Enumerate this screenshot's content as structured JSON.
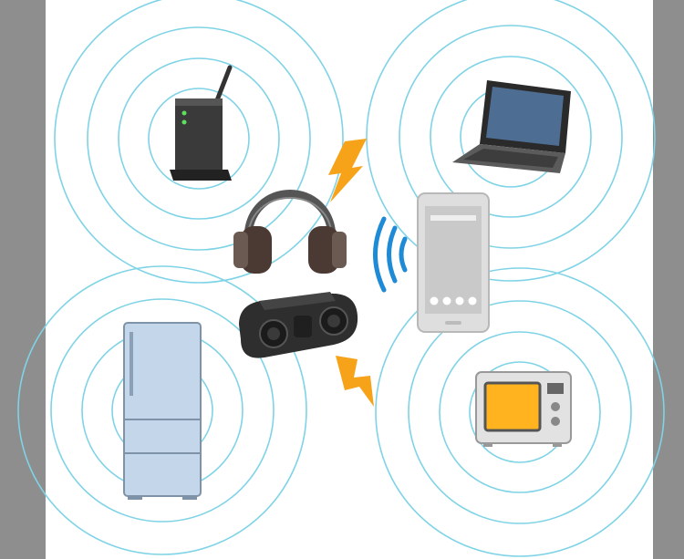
{
  "colors": {
    "side_bar": "#8e8e8e",
    "background": "#ffffff",
    "signal_rings": "#7fd3e6",
    "wifi_arcs": "#1f8ad6",
    "interference_bolt": "#f6a31a"
  },
  "devices": [
    {
      "name": "wifi-router",
      "icon": "router-icon"
    },
    {
      "name": "laptop",
      "icon": "laptop-icon"
    },
    {
      "name": "headphones",
      "icon": "headphones-icon"
    },
    {
      "name": "smartphone",
      "icon": "smartphone-icon"
    },
    {
      "name": "bluetooth-speaker",
      "icon": "speaker-icon"
    },
    {
      "name": "refrigerator",
      "icon": "refrigerator-icon"
    },
    {
      "name": "microwave",
      "icon": "microwave-icon"
    }
  ],
  "effects": [
    "interference-bolt-icon",
    "interference-bolt-icon",
    "wireless-signal-icon"
  ]
}
